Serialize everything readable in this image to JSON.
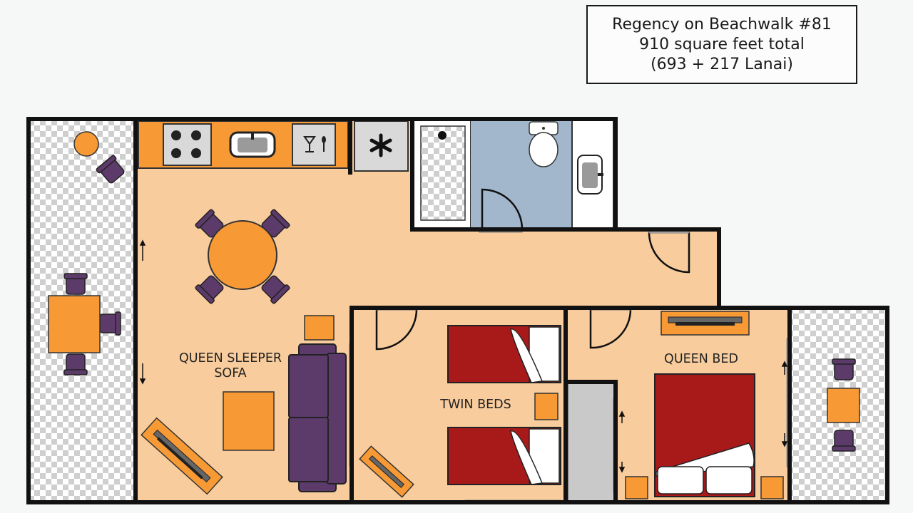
{
  "title": {
    "line1": "Regency on Beachwalk #81",
    "line2": "910 square feet total",
    "line3": "(693 + 217 Lanai)"
  },
  "labels": {
    "sofa_line1": "QUEEN SLEEPER",
    "sofa_line2": "SOFA",
    "twin_beds": "TWIN BEDS",
    "queen_bed": "QUEEN BED"
  },
  "colors": {
    "floor": "#f8cc9c",
    "accent_orange": "#f79a36",
    "chair_purple": "#5c3a6a",
    "bed_red": "#a8191a",
    "bath_blue": "#a3b7cc",
    "closet_gray": "#c9c9c9",
    "wall": "#111111"
  }
}
